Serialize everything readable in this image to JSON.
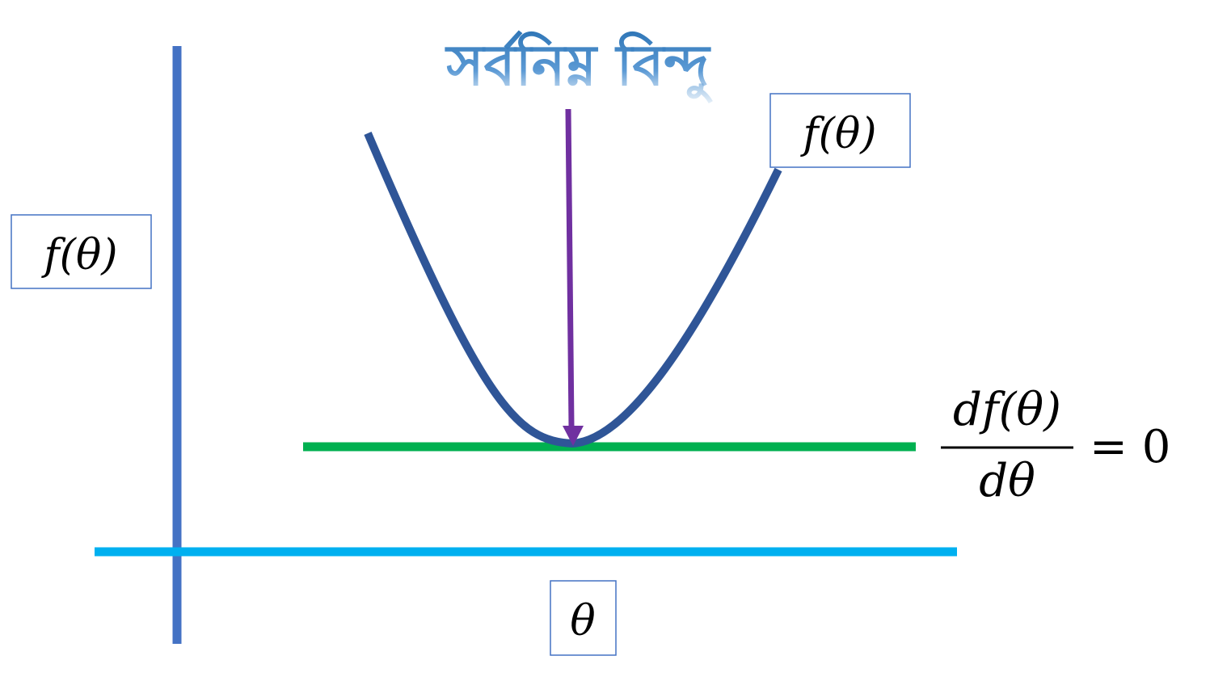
{
  "title": "সর্বনিম্ন বিন্দু",
  "y_axis_label": "f(θ)",
  "x_axis_label": "θ",
  "curve_label": "f(θ)",
  "equation": {
    "numerator": "df(θ)",
    "denominator": "dθ",
    "rhs": "= 0"
  },
  "colors": {
    "y_axis": "#4472C4",
    "x_axis": "#00B0F0",
    "curve": "#2F5597",
    "tangent": "#00B050",
    "arrow": "#7030A0",
    "title": "#2E75B6",
    "label_border": "#4472C4"
  }
}
